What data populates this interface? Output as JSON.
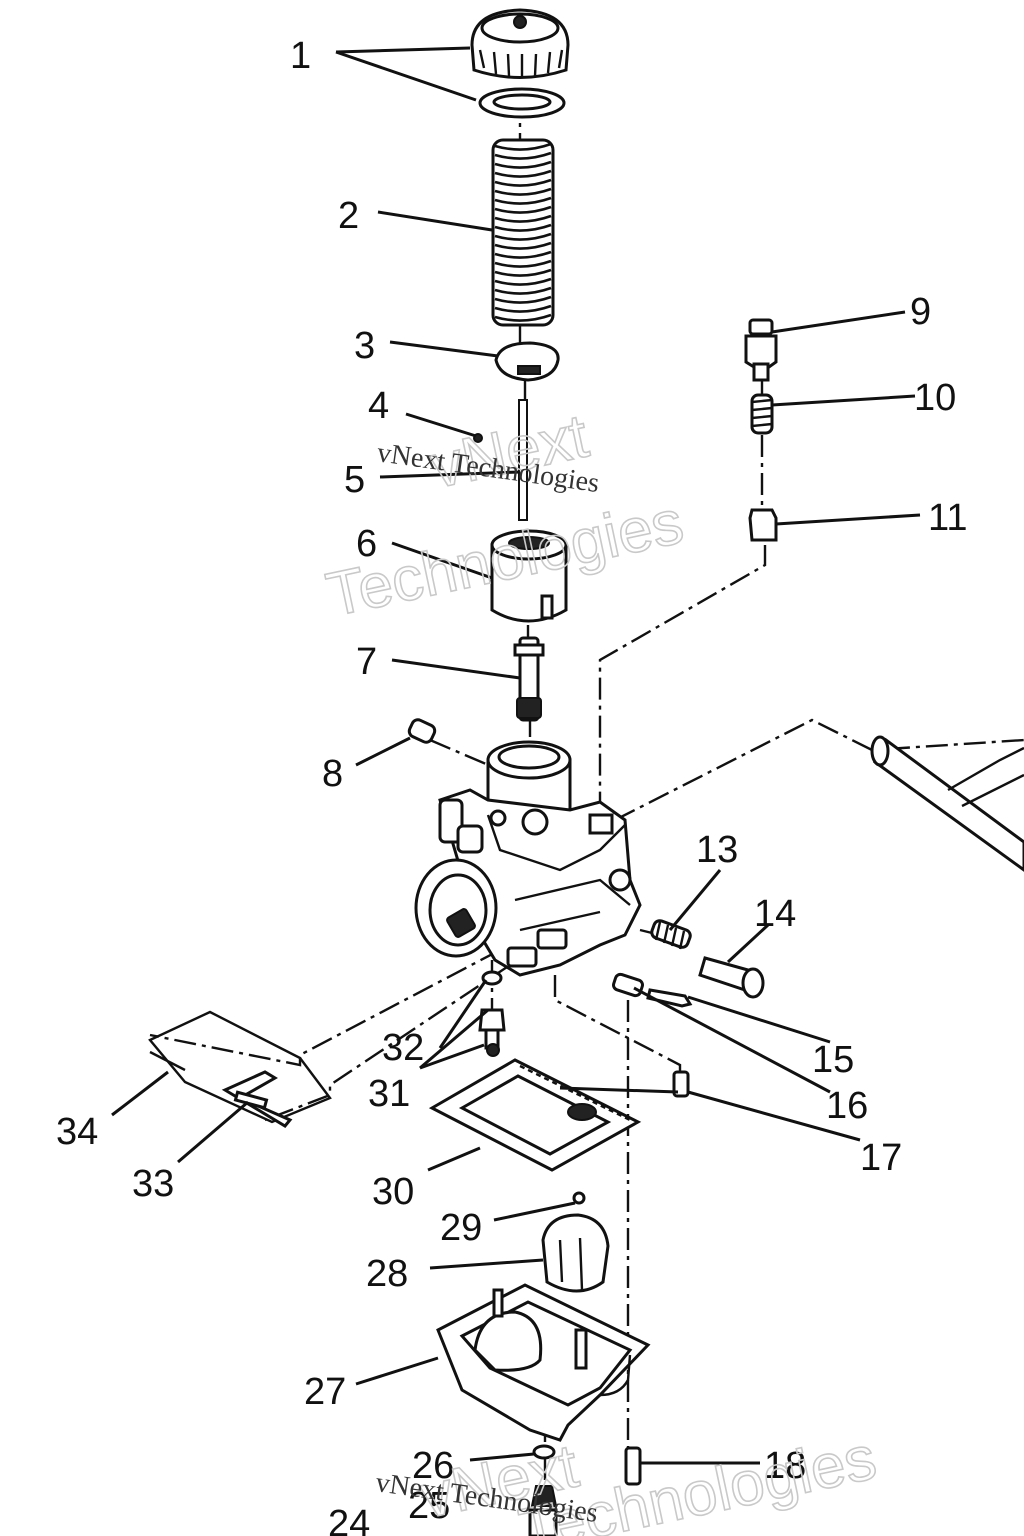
{
  "callouts": {
    "c1": "1",
    "c2": "2",
    "c3": "3",
    "c4": "4",
    "c5": "5",
    "c6": "6",
    "c7": "7",
    "c8": "8",
    "c9": "9",
    "c10": "10",
    "c11": "11",
    "c13": "13",
    "c14": "14",
    "c15": "15",
    "c16": "16",
    "c17": "17",
    "c18": "18",
    "c24": "24",
    "c25": "25",
    "c26": "26",
    "c27": "27",
    "c28": "28",
    "c29": "29",
    "c30": "30",
    "c31": "31",
    "c32": "32",
    "c33": "33",
    "c34": "34"
  },
  "watermark": {
    "line1": "vNext",
    "line2": "Technologies",
    "small": "vNext Technologies"
  }
}
